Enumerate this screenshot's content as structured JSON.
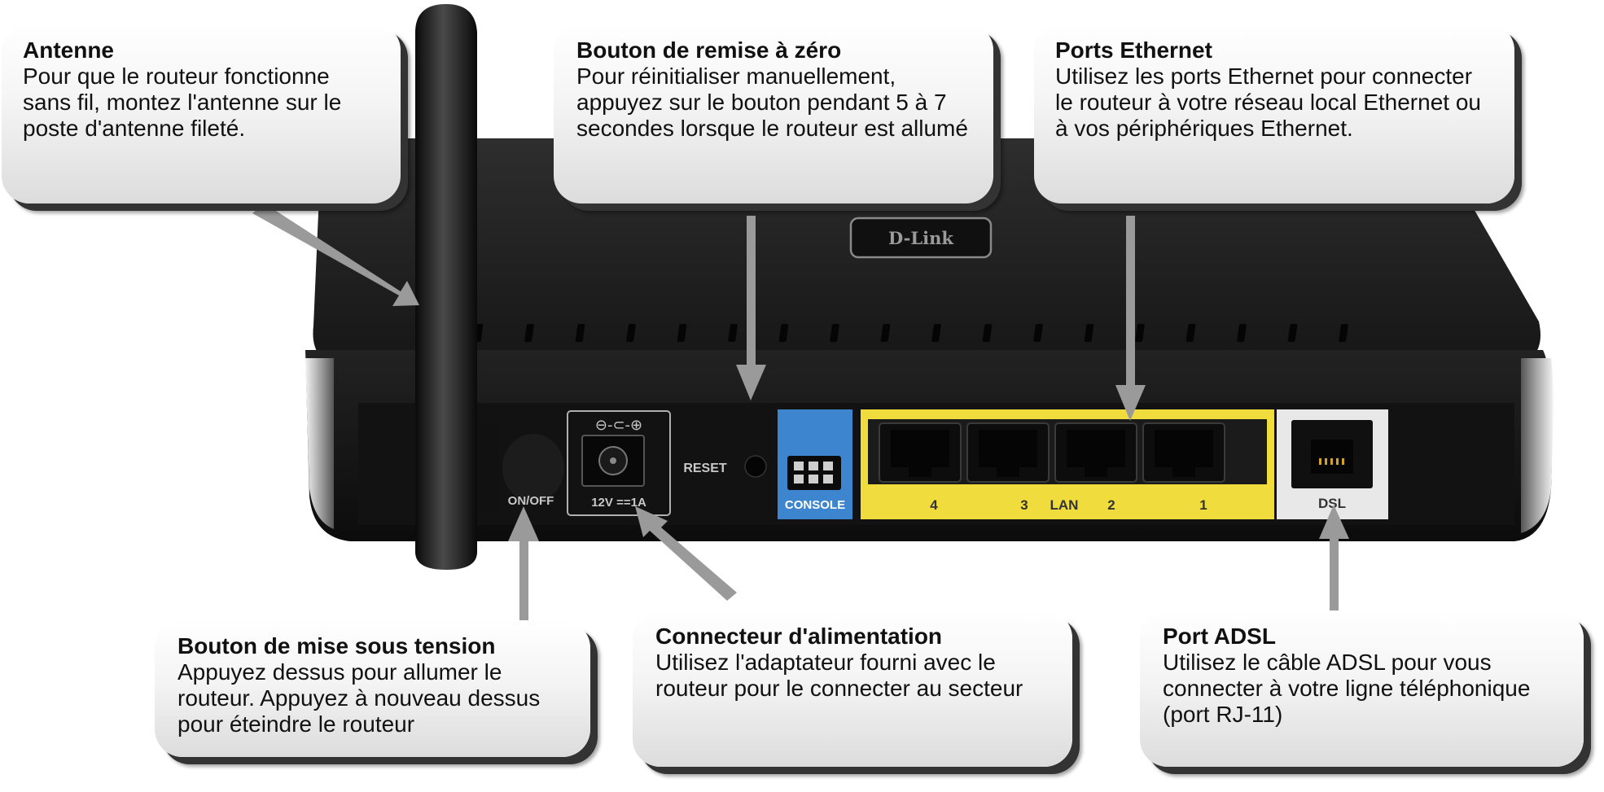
{
  "colors": {
    "router_body": "#141414",
    "console_port": "#3d86cf",
    "lan_panel": "#f0dc3c",
    "dsl_panel": "#e8e8e8",
    "arrow": "#9a9a9a"
  },
  "router": {
    "brand": "D-Link",
    "power_symbols": "⊖-⊂-⊕",
    "on_off_label": "ON/OFF",
    "power_rating": "12V ==1A",
    "reset_label": "RESET",
    "console_label": "CONSOLE",
    "lan_label": "LAN",
    "lan_ports": [
      "4",
      "3",
      "2",
      "1"
    ],
    "dsl_label": "DSL"
  },
  "callouts": [
    {
      "id": "antenna",
      "title": "Antenne",
      "body": "Pour que le routeur fonctionne sans fil, montez l'antenne sur le poste d'antenne fileté."
    },
    {
      "id": "reset",
      "title": "Bouton de remise à zéro",
      "body": "Pour réinitialiser manuellement, appuyez sur le bouton pendant 5 à 7 secondes lorsque le routeur est allumé"
    },
    {
      "id": "ethernet",
      "title": "Ports Ethernet",
      "body": "Utilisez les ports Ethernet pour connecter le routeur à votre réseau local Ethernet ou à vos périphériques Ethernet."
    },
    {
      "id": "power-button",
      "title": "Bouton de mise sous tension",
      "body": "Appuyez dessus pour allumer le routeur. Appuyez à nouveau dessus pour éteindre le routeur"
    },
    {
      "id": "power-connector",
      "title": "Connecteur d'alimentation",
      "body": "Utilisez l'adaptateur fourni avec le routeur pour le connecter au secteur"
    },
    {
      "id": "adsl",
      "title": "Port ADSL",
      "body": "Utilisez le câble ADSL pour vous connecter à votre ligne téléphonique (port RJ-11)"
    }
  ]
}
